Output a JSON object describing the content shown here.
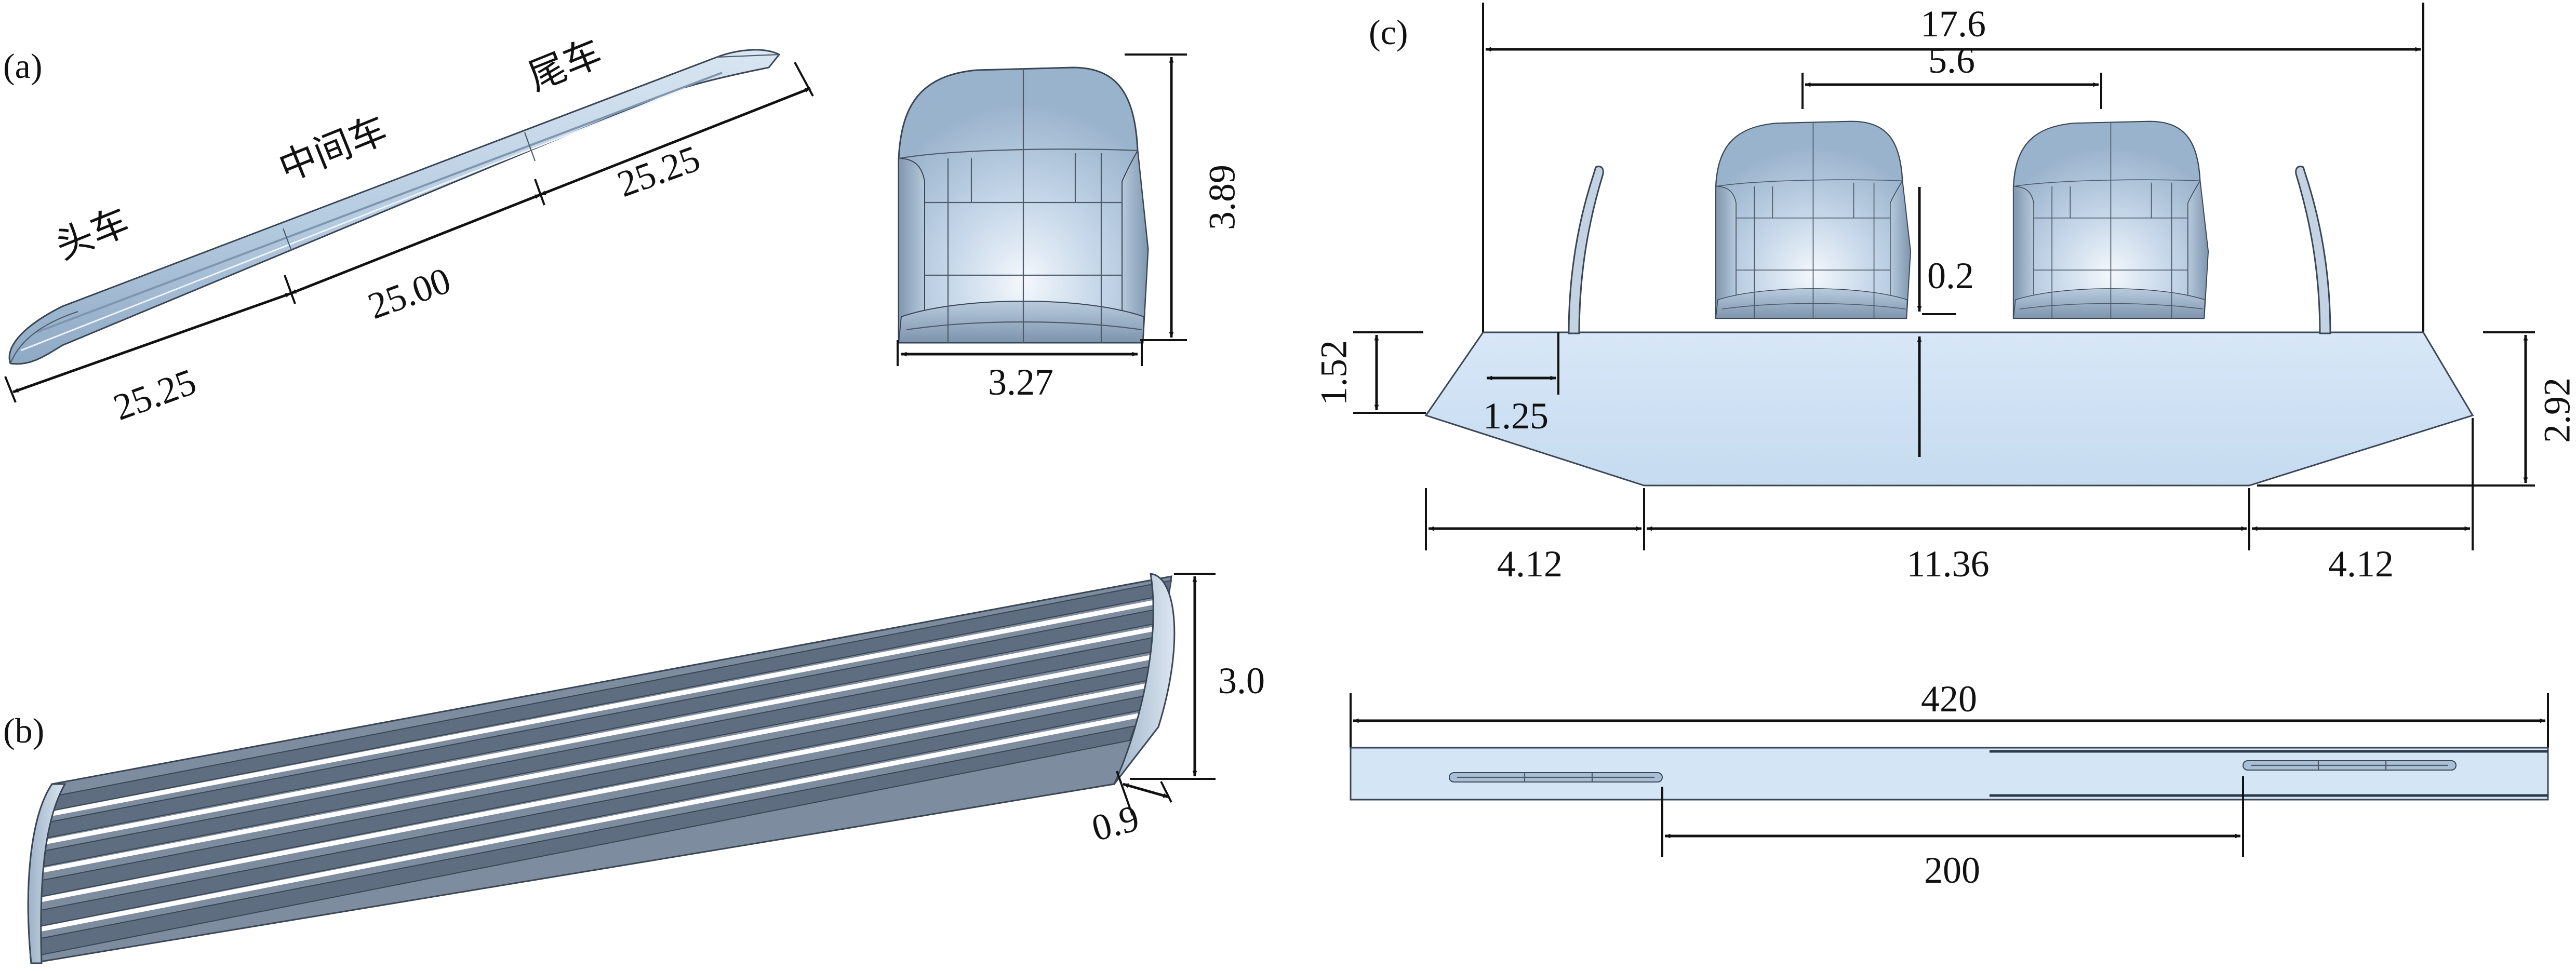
{
  "panels": {
    "a": {
      "tag": "(a)",
      "cars": {
        "head": "头车",
        "middle": "中间车",
        "tail": "尾车"
      },
      "dims": {
        "head_length": "25.25",
        "middle_length": "25.00",
        "tail_length": "25.25",
        "height": "3.89",
        "width": "3.27"
      }
    },
    "b": {
      "tag": "(b)",
      "dims": {
        "height": "3.0",
        "thickness": "0.9"
      }
    },
    "c": {
      "tag": "(c)",
      "dims": {
        "overall_width": "17.6",
        "track_spacing": "5.6",
        "rail_height": "0.2",
        "embankment_top": "1.52",
        "barrier_offset": "1.25",
        "embankment_height": "2.92",
        "slope_left": "4.12",
        "bottom_width": "11.36",
        "slope_right": "4.12",
        "domain_length": "420",
        "train_spacing": "200"
      }
    }
  },
  "colors": {
    "train_body": "#b7cce1",
    "train_shade": "#8fa8c1",
    "embankment_fill": "#cfe2f5",
    "barrier_dark": "#6f7e90",
    "barrier_light": "#c6d4e4",
    "dimension": "#111111"
  }
}
